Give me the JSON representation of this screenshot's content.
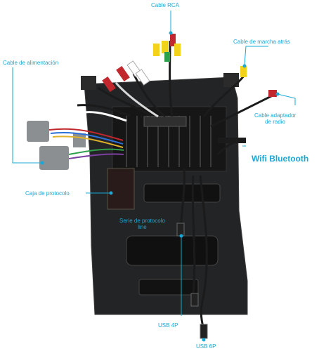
{
  "colors": {
    "accent": "#1aa8d6",
    "panel": "#232426",
    "cable": "#1b1b1b"
  },
  "labels": {
    "rca": "Cable RCA",
    "reverse": "Cable de marcha atrás",
    "power": "Cable de alimentación",
    "radio_adapter_line1": "Cable adaptador",
    "radio_adapter_line2": "de radio",
    "wifi": "Wifi Bluetooth",
    "protocol_box": "Caja de protocolo",
    "serial_line1": "Serie de protocolo",
    "serial_line2": "line",
    "usb4": "USB 4P",
    "usb6": "USB 6P"
  }
}
